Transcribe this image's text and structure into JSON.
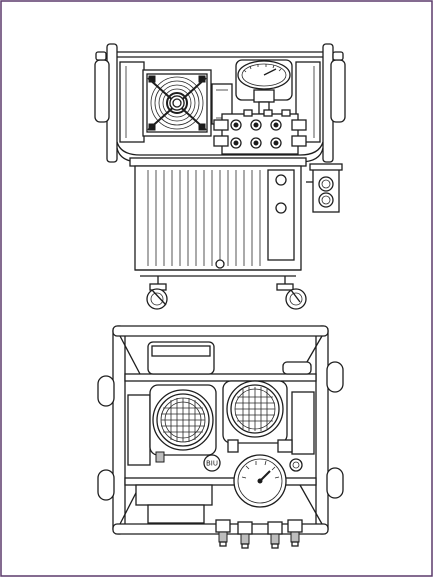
{
  "frame": {
    "border_color": "#5b3a6b",
    "background": "#ffffff"
  },
  "drawings": [
    {
      "name": "front-view",
      "parts": [
        "cooling-fan",
        "pressure-gauge",
        "valve-block",
        "electric-box",
        "oil-tank",
        "caster-wheels"
      ]
    },
    {
      "name": "top-view",
      "parts": [
        "protective-frame",
        "fan-grille-left",
        "fan-grille-right",
        "pressure-gauge",
        "hose-couplers"
      ]
    }
  ],
  "labels": {
    "top_view_tag": "BIU"
  }
}
